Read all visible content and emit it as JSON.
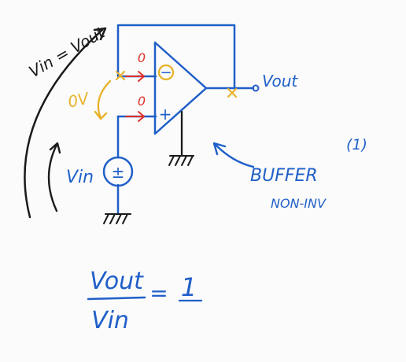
{
  "colors": {
    "blue": "#1f5fc8",
    "black": "#1a1a1a",
    "red": "#e0302a",
    "yellow": "#e8b22a",
    "background": "#fbfbfb"
  },
  "labels": {
    "vin_eq_vout": "Vin = Vout",
    "zero_volt": "0V",
    "red_zero_top": "0",
    "red_zero_bottom": "0",
    "minus_sign": "−",
    "plus_sign": "+",
    "vout": "Vout",
    "vin": "Vin",
    "source_symbol": "±",
    "buffer": "BUFFER",
    "buffer_note": "(1)",
    "non_inv": "NON-INV",
    "formula_numerator": "Vout",
    "formula_denominator": "Vin",
    "formula_equals": "=",
    "formula_value": "1"
  },
  "icons": [
    "ground-icon",
    "voltage-source-icon",
    "op-amp-icon",
    "arrow-icon"
  ]
}
